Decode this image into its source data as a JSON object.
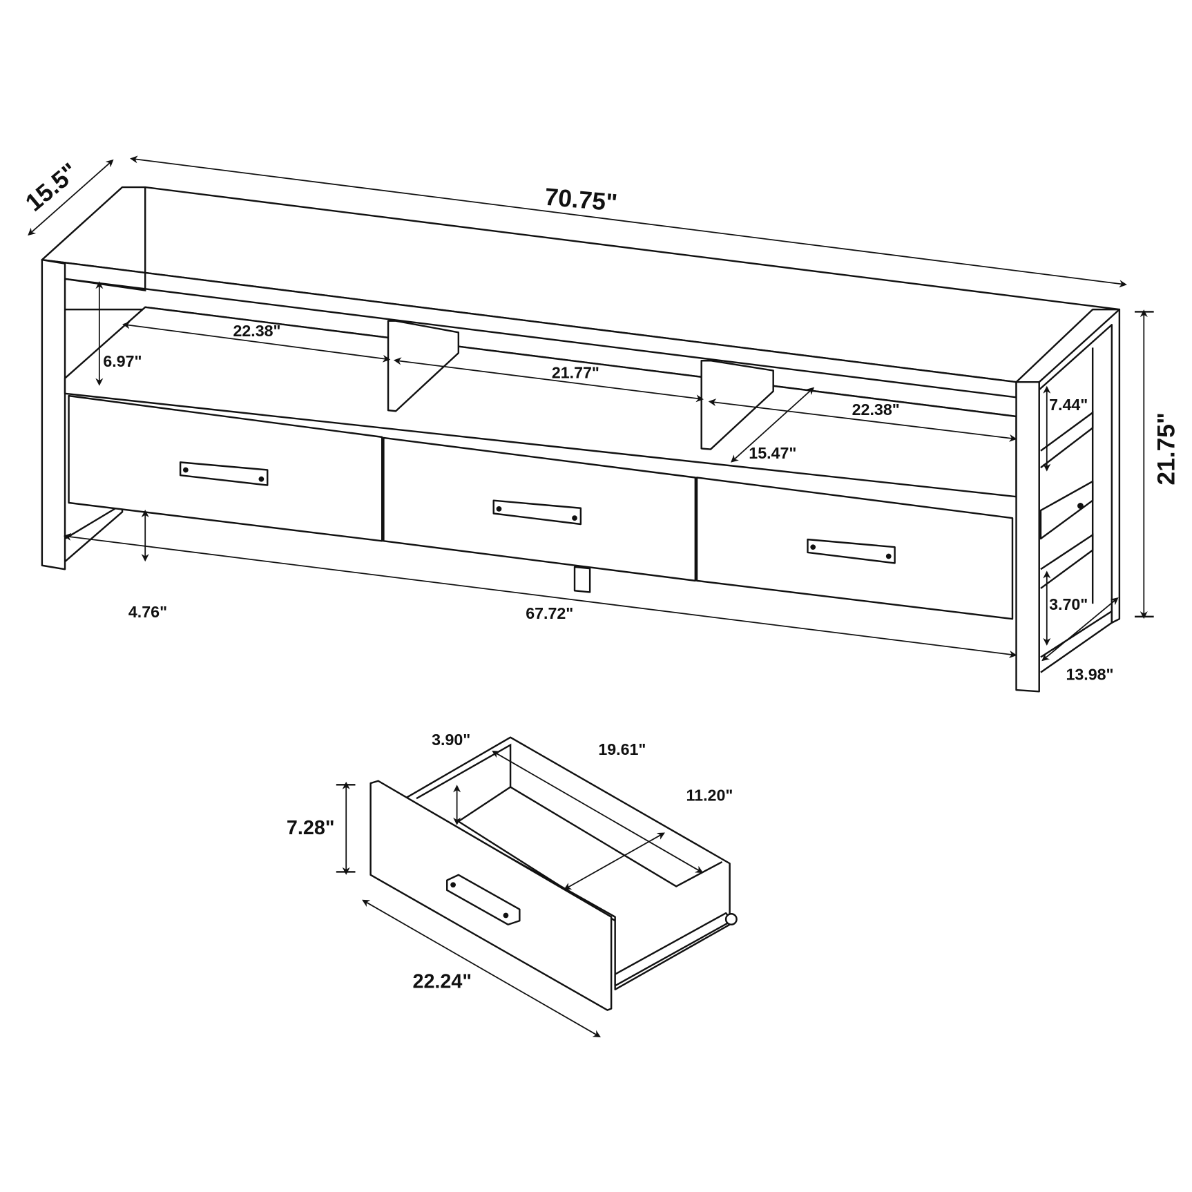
{
  "colors": {
    "line": "#111111",
    "background": "#ffffff"
  },
  "dimensions": {
    "depth": "15.5\"",
    "width": "70.75\"",
    "height": "21.75\"",
    "shelf_left_width": "22.38\"",
    "shelf_height": "6.97\"",
    "shelf_middle_width": "21.77\"",
    "shelf_right_width": "22.38\"",
    "shelf_depth": "15.47\"",
    "side_upper": "7.44\"",
    "floor_clearance": "4.76\"",
    "inner_width": "67.72\"",
    "side_lower": "3.70\"",
    "side_depth": "13.98\"",
    "drawer_inner_height": "3.90\"",
    "drawer_depth": "19.61\"",
    "drawer_inner_width": "11.20\"",
    "drawer_height": "7.28\"",
    "drawer_width": "22.24\""
  }
}
